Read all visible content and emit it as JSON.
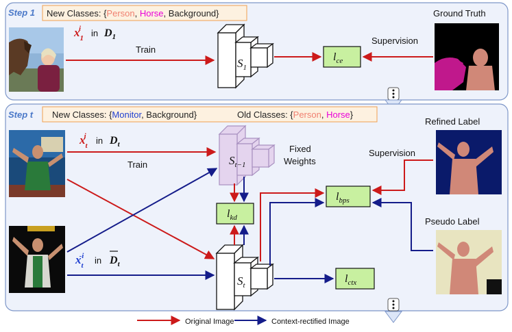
{
  "step1": {
    "tag": "Step 1",
    "classes_prefix": "New Classes: {",
    "classes": [
      {
        "text": "Person",
        "color": "#f08070"
      },
      {
        "text": "Horse",
        "color": "#e800d8"
      },
      {
        "text": "Background",
        "color": "#222222"
      }
    ],
    "classes_suffix": "}",
    "input_var": "x",
    "input_sub": "1",
    "input_sup": "i",
    "input_in": " in ",
    "dataset": "D",
    "dataset_sub": "1",
    "train_label": "Train",
    "model": "S",
    "model_sub": "1",
    "loss": "l",
    "loss_sub": "ce",
    "supervision_label": "Supervision",
    "gt_label": "Ground Truth"
  },
  "stept": {
    "tag": "Step t",
    "new_prefix": "New Classes: {",
    "new_classes": [
      {
        "text": "Monitor",
        "color": "#1f3fd0"
      },
      {
        "text": "Background",
        "color": "#222222"
      }
    ],
    "new_suffix": "}",
    "old_prefix": "Old Classes: {",
    "old_classes": [
      {
        "text": "Person",
        "color": "#f08070"
      },
      {
        "text": "Horse",
        "color": "#e800d8"
      }
    ],
    "old_suffix": "}",
    "input_var": "x",
    "input_sub": "t",
    "input_sup": "i",
    "input_in": " in ",
    "dataset": "D",
    "dataset_sub": "t",
    "rect_input_var": "x",
    "rect_input_sub": "t",
    "rect_input_sup": "-i",
    "rect_dataset": "D",
    "rect_dataset_sub": "t",
    "train_label": "Train",
    "old_model": "S",
    "old_model_sub": "t−1",
    "fixed_line1": "Fixed",
    "fixed_line2": "Weights",
    "model": "S",
    "model_sub": "t",
    "loss_kd": "l",
    "loss_kd_sub": "kd",
    "loss_bps": "l",
    "loss_bps_sub": "bps",
    "loss_ctx": "l",
    "loss_ctx_sub": "ctx",
    "supervision_label": "Supervision",
    "refined_label": "Refined Label",
    "pseudo_label": "Pseudo Label"
  },
  "legend": {
    "original": "Original Image",
    "rectified": "Context-rectified Image"
  },
  "colors": {
    "red_arrow": "#cc1a1a",
    "blue_arrow": "#141c8a",
    "loss_fill": "#c8f0a0",
    "panel_fill": "#eef2fb",
    "panel_border": "#7d96c8",
    "tag_color": "#4a78c8",
    "banner_fill": "#fdf1e0",
    "banner_border": "#f0a050",
    "purple_fill": "#e4d4ee"
  }
}
